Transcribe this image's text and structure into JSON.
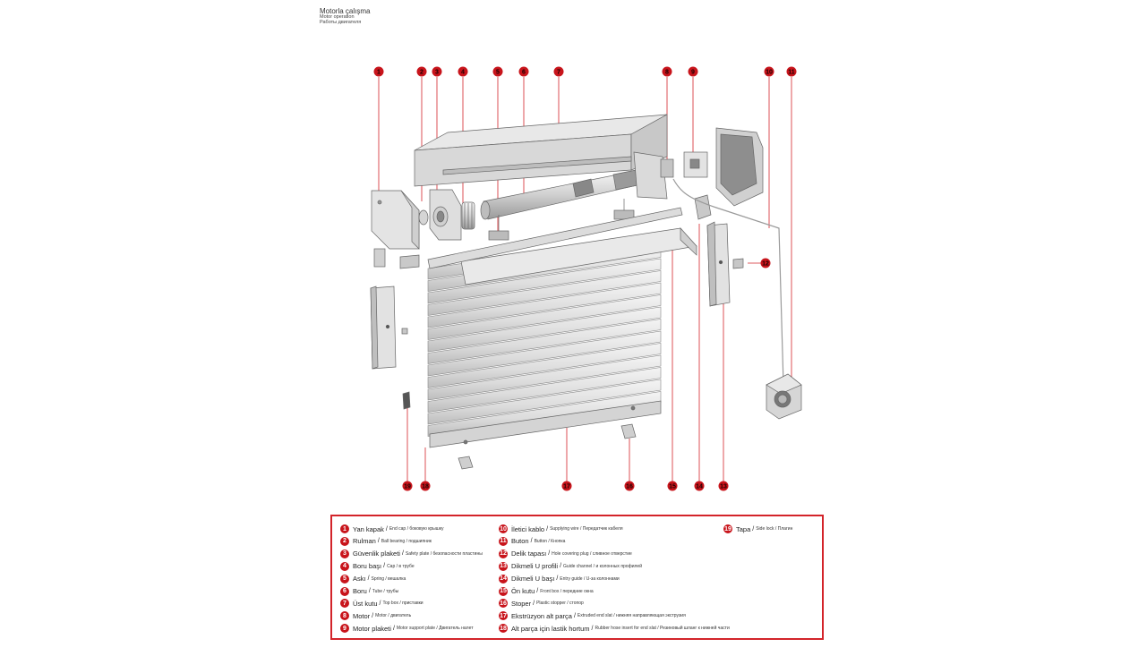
{
  "title": {
    "tr": "Motorla çalışma",
    "en": "Motor operation",
    "ru": "Работы двигателя"
  },
  "callouts": [
    "1",
    "2",
    "3",
    "4",
    "5",
    "6",
    "7",
    "8",
    "9",
    "10",
    "11",
    "12",
    "13",
    "14",
    "15",
    "16",
    "17",
    "18",
    "19"
  ],
  "legend": {
    "col1": [
      {
        "num": "1",
        "tr": "Yan kapak",
        "sub": "End cap / боковую крышку"
      },
      {
        "num": "2",
        "tr": "Rulman",
        "sub": "Ball bearing / подшипник"
      },
      {
        "num": "3",
        "tr": "Güvenlik plaketi",
        "sub": "Safety plate / безопасности пластины"
      },
      {
        "num": "4",
        "tr": "Boru başı",
        "sub": "Cap / в трубе"
      },
      {
        "num": "5",
        "tr": "Askı",
        "sub": "Spring / вешалка"
      },
      {
        "num": "6",
        "tr": "Boru",
        "sub": "Tube / трубы"
      },
      {
        "num": "7",
        "tr": "Üst kutu",
        "sub": "Top box / приставки"
      },
      {
        "num": "8",
        "tr": "Motor",
        "sub": "Motor / двигатель"
      },
      {
        "num": "9",
        "tr": "Motor plaketi",
        "sub": "Motor support plate / Двигатель налет"
      }
    ],
    "col2": [
      {
        "num": "10",
        "tr": "İletici kablo",
        "sub": "Supplying wire / Передатчик кабеля"
      },
      {
        "num": "11",
        "tr": "Buton",
        "sub": "Button  / Кнопка"
      },
      {
        "num": "12",
        "tr": "Delik tapası",
        "sub": "Hole covering plug / сливное отверстие"
      },
      {
        "num": "13",
        "tr": "Dikmeli U profili",
        "sub": "Guide channel / и колонных профилей"
      },
      {
        "num": "14",
        "tr": "Dikmeli U başı",
        "sub": "Entry guide / U-за колоннами"
      },
      {
        "num": "15",
        "tr": "Ön kutu",
        "sub": "Front box / передние окна"
      },
      {
        "num": "16",
        "tr": "Stoper",
        "sub": "Plastic stopper / стопор"
      },
      {
        "num": "17",
        "tr": "Ekstrüzyon alt parça",
        "sub": "Extruded end slat / нижняя направляющая экструзия"
      },
      {
        "num": "18",
        "tr": "Alt parça için lastik hortum",
        "sub": "Rubber hose insert for end slat / Резиновый шланг к нижней части"
      }
    ],
    "col3": [
      {
        "num": "19",
        "tr": "Tapa",
        "sub": "Side lock / Плагин"
      }
    ]
  },
  "colors": {
    "accent": "#c8141b",
    "legend_border": "#d3242a",
    "part_fill": "#e6e6e6",
    "part_stroke": "#666666"
  }
}
